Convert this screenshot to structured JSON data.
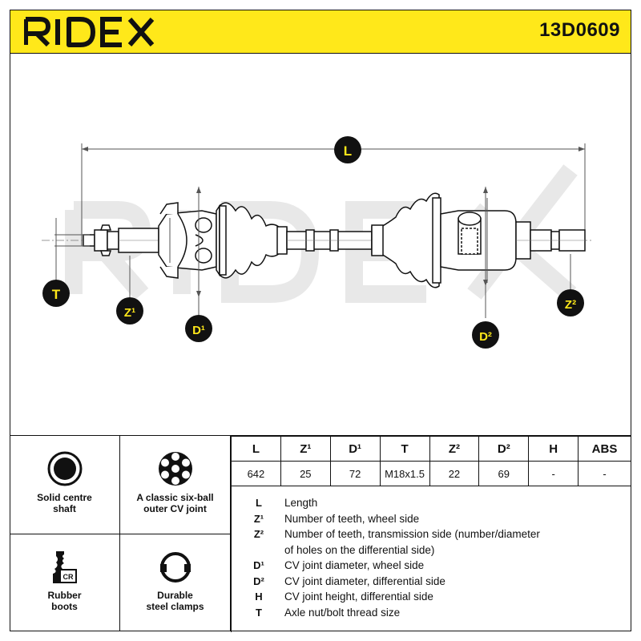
{
  "header": {
    "brand": "RIDEX",
    "part_number": "13D0609"
  },
  "drawing": {
    "labels": {
      "L": "L",
      "T": "T",
      "Z1": "Z¹",
      "D1": "D¹",
      "D2": "D²",
      "Z2": "Z²"
    },
    "watermark": "RIDEX"
  },
  "features": [
    {
      "name": "solid-centre-shaft",
      "icon": "solid-circle-icon",
      "label_line1": "Solid centre",
      "label_line2": "shaft"
    },
    {
      "name": "six-ball-cv-joint",
      "icon": "six-ball-joint-icon",
      "label_line1": "A classic six-ball",
      "label_line2": "outer CV joint"
    },
    {
      "name": "rubber-boots",
      "icon": "rubber-boot-cr-icon",
      "label_line1": "Rubber",
      "label_line2": "boots"
    },
    {
      "name": "steel-clamps",
      "icon": "clamp-icon",
      "label_line1": "Durable",
      "label_line2": "steel clamps"
    }
  ],
  "specs": {
    "headers": [
      "L",
      "Z¹",
      "D¹",
      "T",
      "Z²",
      "D²",
      "H",
      "ABS"
    ],
    "values": [
      "642",
      "25",
      "72",
      "M18x1.5",
      "22",
      "69",
      "-",
      "-"
    ]
  },
  "legend": [
    {
      "key": "L",
      "desc": "Length"
    },
    {
      "key": "Z¹",
      "desc": "Number of teeth, wheel side"
    },
    {
      "key": "Z²",
      "desc": "Number of teeth, transmission side (number/diameter"
    },
    {
      "key": "",
      "desc": "of holes on the differential side)"
    },
    {
      "key": "D¹",
      "desc": "CV joint diameter, wheel side"
    },
    {
      "key": "D²",
      "desc": "CV joint diameter, differential side"
    },
    {
      "key": "H",
      "desc": "CV joint height, differential side"
    },
    {
      "key": "T",
      "desc": "Axle nut/bolt thread size"
    }
  ],
  "colors": {
    "header_yellow": "#ffe81a",
    "badge_black": "#111111",
    "badge_text_yellow": "#ffe81a"
  }
}
